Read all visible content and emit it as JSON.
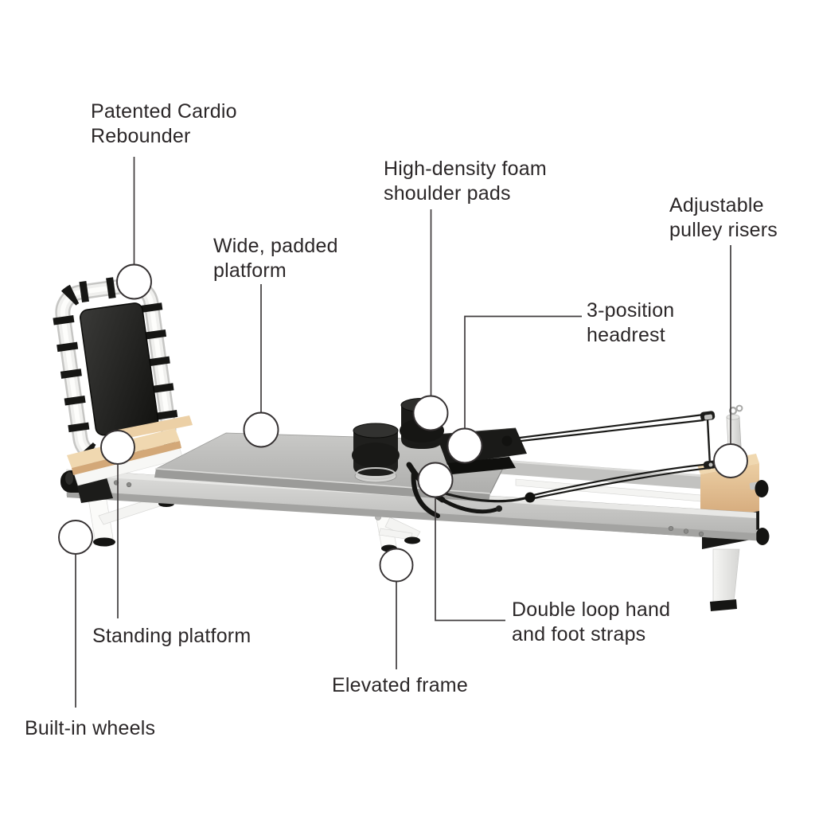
{
  "diagram": {
    "callouts": [
      {
        "id": "patented-cardio-rebounder",
        "text": "Patented Cardio\nRebounder"
      },
      {
        "id": "wide-padded-platform",
        "text": "Wide, padded\nplatform"
      },
      {
        "id": "high-density-foam-shoulder-pads",
        "text": "High-density foam\nshoulder pads"
      },
      {
        "id": "adjustable-pulley-risers",
        "text": "Adjustable\npulley risers"
      },
      {
        "id": "three-position-headrest",
        "text": "3-position\nheadrest"
      },
      {
        "id": "double-loop-hand-and-foot-straps",
        "text": "Double loop hand\nand foot straps"
      },
      {
        "id": "standing-platform",
        "text": "Standing platform"
      },
      {
        "id": "elevated-frame",
        "text": "Elevated frame"
      },
      {
        "id": "built-in-wheels",
        "text": "Built-in wheels"
      }
    ],
    "colors": {
      "background": "#ffffff",
      "label_text": "#2b2728",
      "callout_line": "#403c3d",
      "marker_fill": "#ffffff",
      "marker_stroke": "#353132",
      "frame_white": "#fafaf8",
      "rail_silver": "#c8c8c6",
      "carriage_pad_gray": "#bcbcba",
      "wood": "#e8c99e",
      "hardware_black": "#181816"
    }
  }
}
